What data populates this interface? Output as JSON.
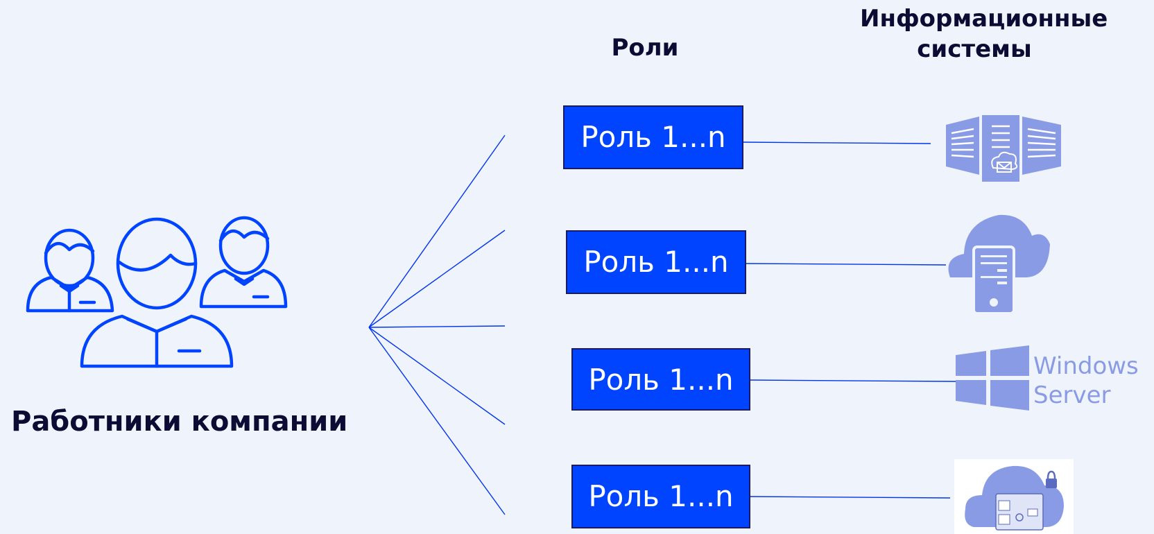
{
  "headings": {
    "roles": "Роли",
    "systems_line1": "Информационные",
    "systems_line2": "системы"
  },
  "employees": {
    "label": "Работники компании",
    "icon": "people-group-icon"
  },
  "roles": [
    {
      "label": "Роль 1...n"
    },
    {
      "label": "Роль 1...n"
    },
    {
      "label": "Роль 1...n"
    },
    {
      "label": "Роль 1...n"
    }
  ],
  "systems": [
    {
      "icon": "server-rack-mail-icon"
    },
    {
      "icon": "cloud-server-icon"
    },
    {
      "icon": "windows-server-logo",
      "text_line1": "Windows",
      "text_line2": "Server"
    },
    {
      "icon": "cloud-folder-lock-icon"
    }
  ],
  "colors": {
    "background": "#eff4fc",
    "accent": "#0044ff",
    "icon_light": "#8a9be6",
    "heading": "#0b0b33"
  }
}
